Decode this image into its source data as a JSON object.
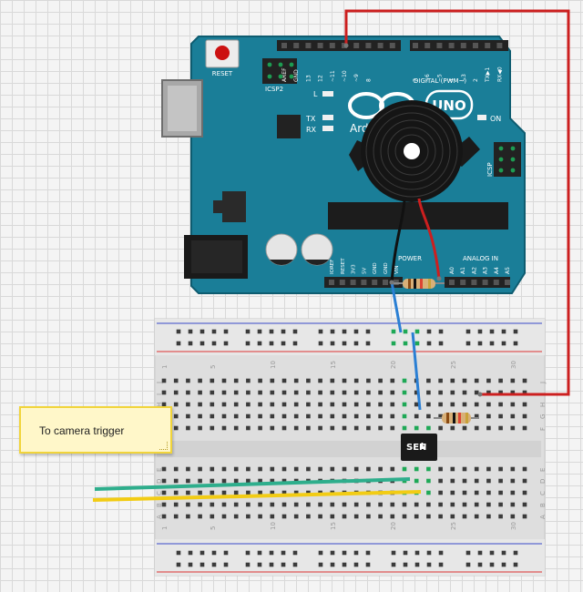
{
  "board": {
    "reset_label": "RESET",
    "icsp2_label": "ICSP2",
    "icsp_label": "ICSP",
    "logo_text": "UNO",
    "brand_text": "Ard",
    "on_label": "ON",
    "led_l": "L",
    "led_tx": "TX",
    "led_rx": "RX",
    "digital_label": "DIGITAL (PWM~)",
    "power_label": "POWER",
    "analog_label": "ANALOG IN",
    "top_header_labels": [
      "AREF",
      "GND",
      "13",
      "12",
      "~11",
      "~10",
      "~9",
      "8",
      "7",
      "~6",
      "~5",
      "4",
      "~3",
      "2",
      "TX▶1",
      "RX◀0"
    ],
    "power_pins": [
      "IOREF",
      "RESET",
      "3V3",
      "5V",
      "GND",
      "GND",
      "VIN"
    ],
    "analog_pins": [
      "A0",
      "A1",
      "A2",
      "A3",
      "A4",
      "A5"
    ]
  },
  "breadboard": {
    "col_numbers": [
      "1",
      "5",
      "10",
      "15",
      "20",
      "25",
      "30"
    ],
    "upper_rows": [
      "J",
      "I",
      "H",
      "G",
      "F"
    ],
    "lower_rows": [
      "E",
      "D",
      "C",
      "B",
      "A"
    ]
  },
  "sensor_label": "SEN",
  "note_text": "To camera trigger",
  "wire_colors": {
    "red": "#cc1f1f",
    "blue": "#2a7fd4",
    "black": "#111111",
    "green": "#2eae8c",
    "yellow": "#f2cc14"
  }
}
